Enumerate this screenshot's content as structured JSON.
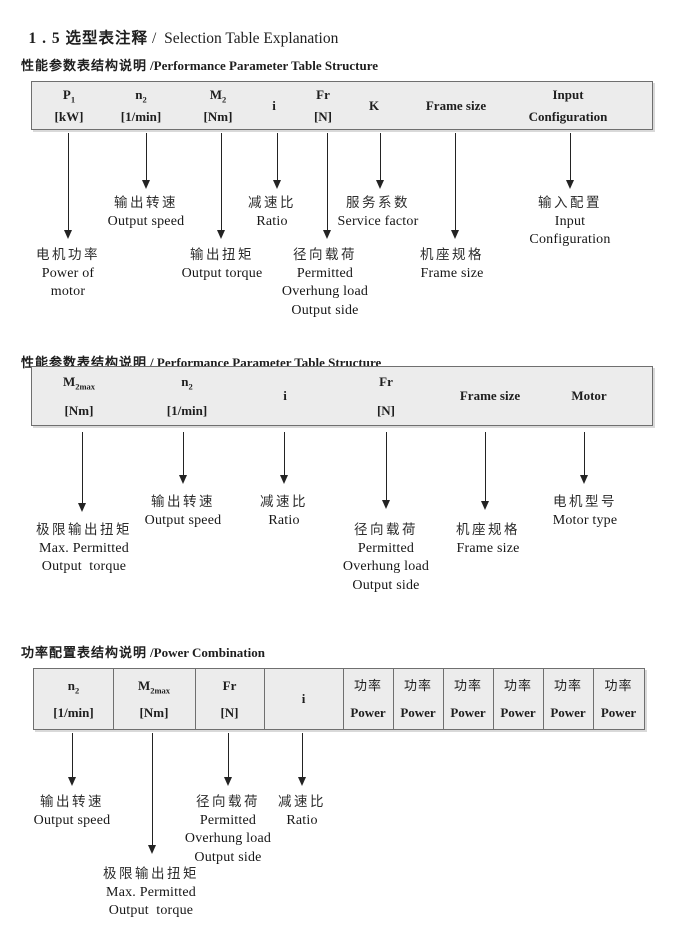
{
  "page": {
    "title": {
      "zh": "1 . 5 选型表注释",
      "en": "/  Selection Table Explanation"
    }
  },
  "s1": {
    "heading": {
      "zh": "性能参数表结构说明",
      "en": "/Performance Parameter Table Structure"
    },
    "table": {
      "cols": [
        {
          "sym": "P",
          "sub": "1",
          "unit": "[kW]"
        },
        {
          "sym": "n",
          "sub": "2",
          "unit": "[1/min]"
        },
        {
          "sym": "M",
          "sub": "2",
          "unit": "[Nm]"
        },
        {
          "sym": "i",
          "sub": "",
          "unit": ""
        },
        {
          "sym": "Fr",
          "sub": "",
          "unit": "[N]"
        },
        {
          "sym": "K",
          "sub": "",
          "unit": ""
        },
        {
          "sym": "Frame size",
          "sub": "",
          "unit": ""
        },
        {
          "sym": "Input",
          "sub": "",
          "unit": "Configuration"
        }
      ]
    },
    "callouts": [
      {
        "id": "output-speed",
        "lines": [
          "输出转速",
          "Output speed"
        ]
      },
      {
        "id": "ratio",
        "lines": [
          "减速比",
          "Ratio"
        ]
      },
      {
        "id": "service-factor",
        "lines": [
          "服务系数",
          "Service factor"
        ]
      },
      {
        "id": "input-configuration",
        "lines": [
          "输入配置",
          "Input",
          "Configuration"
        ]
      },
      {
        "id": "power-of-motor",
        "lines": [
          "电机功率",
          "Power of",
          "motor"
        ]
      },
      {
        "id": "output-torque",
        "lines": [
          "输出扭矩",
          "Output torque"
        ]
      },
      {
        "id": "overhung-load",
        "lines": [
          "径向载荷",
          "Permitted",
          "Overhung load",
          "Output side"
        ]
      },
      {
        "id": "frame-size",
        "lines": [
          "机座规格",
          "Frame size"
        ]
      }
    ]
  },
  "s2": {
    "heading": {
      "zh": "性能参数表结构说明",
      "en": "/ Performance Parameter Table Structure"
    },
    "table": {
      "cols": [
        {
          "sym": "M",
          "sub": "2max",
          "unit": "[Nm]"
        },
        {
          "sym": "n",
          "sub": "2",
          "unit": "[1/min]"
        },
        {
          "sym": "i",
          "sub": "",
          "unit": ""
        },
        {
          "sym": "Fr",
          "sub": "",
          "unit": "[N]"
        },
        {
          "sym": "Frame size",
          "sub": "",
          "unit": ""
        },
        {
          "sym": "Motor",
          "sub": "",
          "unit": ""
        }
      ]
    },
    "callouts": [
      {
        "id": "output-speed",
        "lines": [
          "输出转速",
          "Output speed"
        ]
      },
      {
        "id": "ratio",
        "lines": [
          "减速比",
          "Ratio"
        ]
      },
      {
        "id": "motor-type",
        "lines": [
          "电机型号",
          "Motor type"
        ]
      },
      {
        "id": "max-output-torque",
        "lines": [
          "极限输出扭矩",
          "Max. Permitted",
          "Output  torque"
        ]
      },
      {
        "id": "overhung-load",
        "lines": [
          "径向载荷",
          "Permitted",
          "Overhung load",
          "Output side"
        ]
      },
      {
        "id": "frame-size",
        "lines": [
          "机座规格",
          "Frame size"
        ]
      }
    ]
  },
  "s3": {
    "heading": {
      "zh": "功率配置表结构说明",
      "en": "/Power Combination"
    },
    "table": {
      "cols": [
        {
          "sym": "n",
          "sub": "2",
          "unit": "[1/min]"
        },
        {
          "sym": "M",
          "sub": "2max",
          "unit": "[Nm]"
        },
        {
          "sym": "Fr",
          "sub": "",
          "unit": "[N]"
        },
        {
          "sym": "i",
          "sub": "",
          "unit": ""
        }
      ],
      "power_cols": [
        {
          "zh": "功率",
          "en": "Power"
        },
        {
          "zh": "功率",
          "en": "Power"
        },
        {
          "zh": "功率",
          "en": "Power"
        },
        {
          "zh": "功率",
          "en": "Power"
        },
        {
          "zh": "功率",
          "en": "Power"
        },
        {
          "zh": "功率",
          "en": "Power"
        }
      ]
    },
    "callouts": [
      {
        "id": "output-speed",
        "lines": [
          "输出转速",
          "Output speed"
        ]
      },
      {
        "id": "overhung-load",
        "lines": [
          "径向载荷",
          "Permitted",
          "Overhung load",
          "Output side"
        ]
      },
      {
        "id": "ratio",
        "lines": [
          "减速比",
          "Ratio"
        ]
      },
      {
        "id": "max-output-torque",
        "lines": [
          "极限输出扭矩",
          "Max. Permitted",
          "Output  torque"
        ]
      }
    ]
  }
}
